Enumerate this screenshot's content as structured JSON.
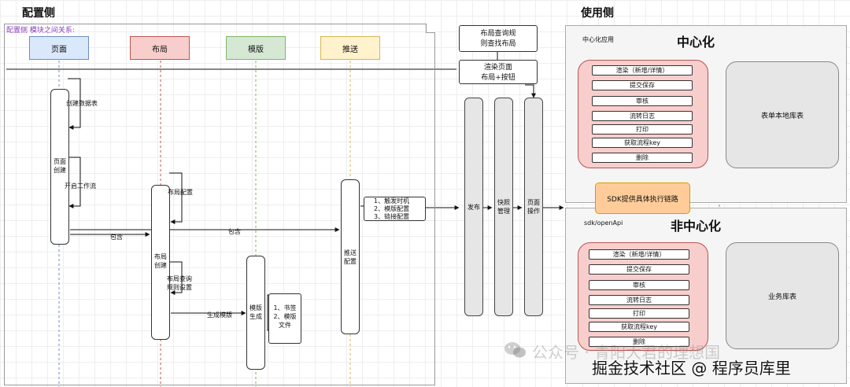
{
  "config_side": {
    "title": "配置侧",
    "section_label": "配置侧 模块之间关系:",
    "headers": {
      "page": "页面",
      "layout": "布局",
      "template": "模版",
      "push": "推送"
    },
    "notes": {
      "create_table": "创建数据表",
      "page_create": "页面\n创建",
      "start_workflow": "开启工作流",
      "layout_config": "布局配置",
      "contain_1": "包含",
      "contain_2": "包含",
      "layout_create": "布局\n创建",
      "layout_query": "布局查询\n规则设置",
      "generate_template": "生成模版",
      "template_generate": "模版\n生成",
      "bookmark_file": "1、书签\n2、模版\n文件",
      "push_config": "推送\n配置",
      "push_steps": "1、触发时机\n2、模版配置\n3、链接配置"
    }
  },
  "middle": {
    "layout_query_rule": "布局查询规\n则查找布局",
    "render_page": "渲染页面",
    "layout_button": "布局+按钮",
    "publish": "发布",
    "snapshot": "快照\n管理",
    "page_ops": "页面\n操作"
  },
  "use_side": {
    "title": "使用侧",
    "centralized": {
      "app_label": "中心化应用",
      "big_title": "中心化",
      "functions": [
        "渲染（新增/详情）",
        "提交保存",
        "审核",
        "流转日志",
        "打印",
        "获取流程key",
        "删除"
      ],
      "store": "表单本地库表"
    },
    "sdk_chain": "SDK提供具体执行链路",
    "decentralized": {
      "api_label": "sdk/openApi",
      "big_title": "非中心化",
      "functions": [
        "渲染（新增/详情）",
        "提交保存",
        "审核",
        "流转日志",
        "打印",
        "获取流程key",
        "删除"
      ],
      "store": "业务库表"
    }
  },
  "watermark": {
    "line1": "公众号 · 青阳大君的理想国",
    "line2": "掘金技术社区 @ 程序员库里"
  },
  "colors": {
    "page_header": "#dae8fc",
    "layout_header": "#f8cecc",
    "template_header": "#d5e8d4",
    "push_header": "#fff2cc",
    "sdk_box": "#ffcc99"
  }
}
